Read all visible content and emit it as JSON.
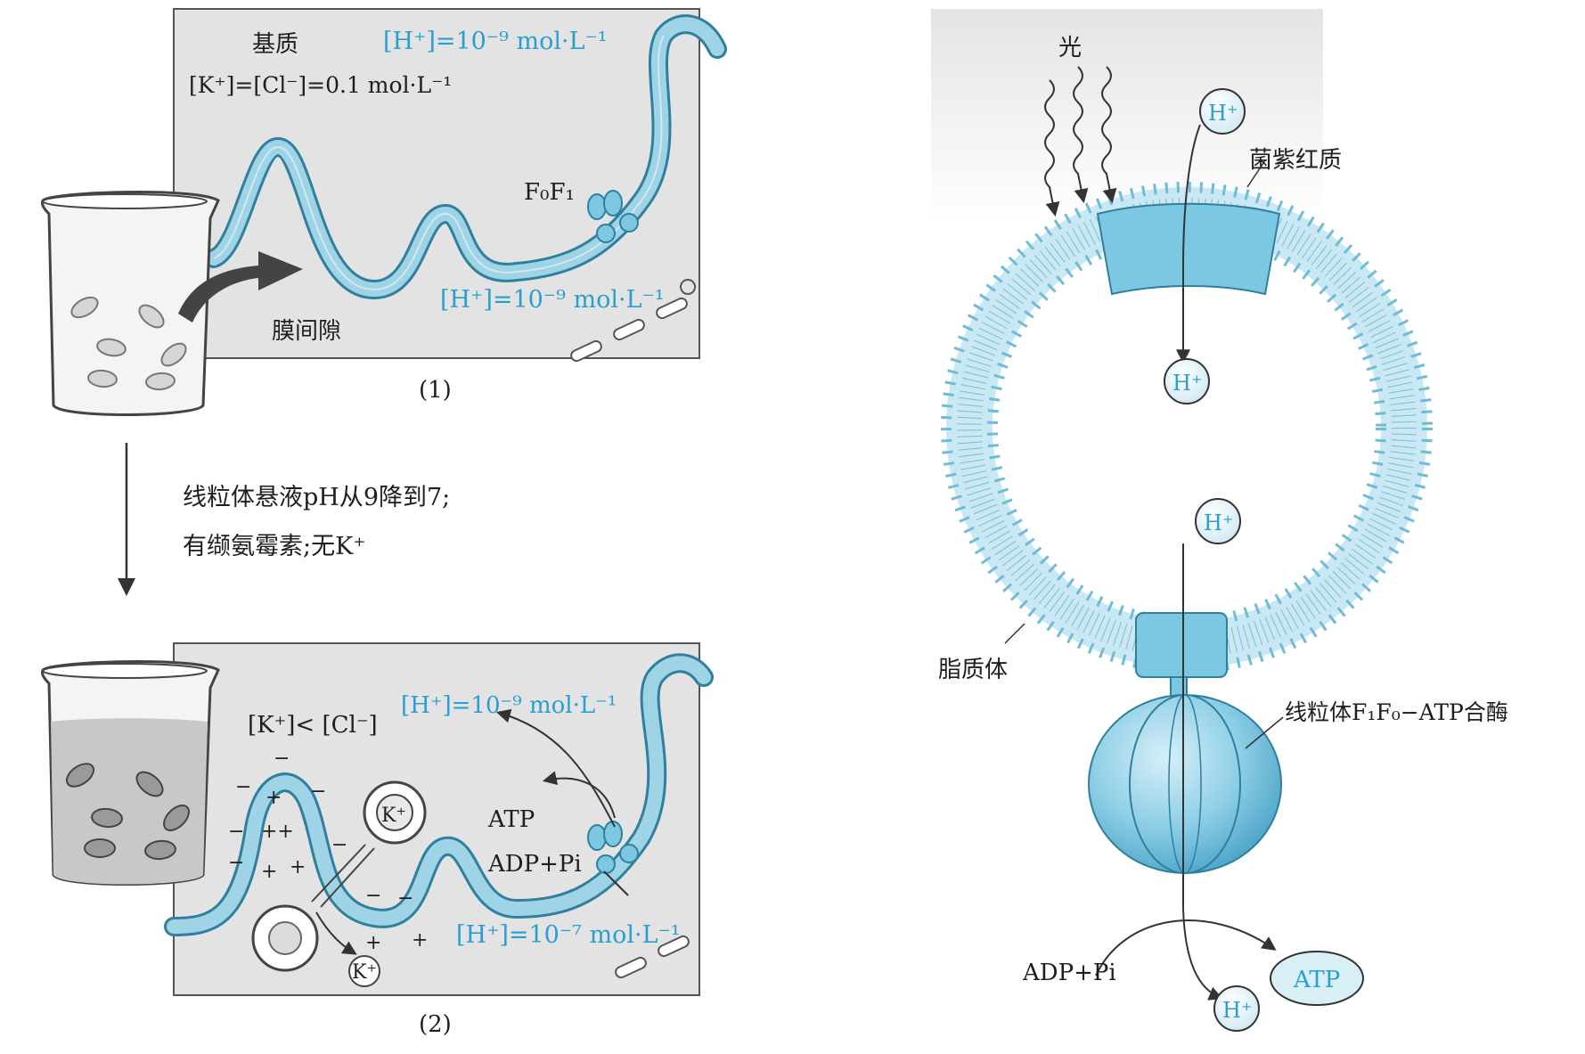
{
  "panel1": {
    "matrix_label": "基质",
    "ion_eq": "[K⁺]=[Cl⁻]=0.1 mol·L⁻¹",
    "h_conc_top": "[H⁺]=10⁻⁹ mol·L⁻¹",
    "h_conc_bottom": "[H⁺]=10⁻⁹ mol·L⁻¹",
    "atpase_label": "F₀F₁",
    "intermembrane_label": "膜间隙",
    "caption": "(1)"
  },
  "transition": {
    "line1": "线粒体悬液pH从9降到7;",
    "line2": "有缬氨霉素;无K⁺"
  },
  "panel2": {
    "ion_ineq": "[K⁺]< [Cl⁻]",
    "h_conc_top": "[H⁺]=10⁻⁹ mol·L⁻¹",
    "h_conc_bottom": "[H⁺]=10⁻⁷ mol·L⁻¹",
    "atp_label": "ATP",
    "adp_label": "ADP+Pi",
    "k_ion_inner": "K⁺",
    "k_ion_outer": "K⁺",
    "caption": "(2)"
  },
  "right": {
    "light_label": "光",
    "bacteriorhodopsin_label": "菌紫红质",
    "h_top": "H⁺",
    "h_inside": "H⁺",
    "h_lower": "H⁺",
    "h_bottom": "H⁺",
    "liposome_label": "脂质体",
    "synthase_label": "线粒体F₁F₀−ATP合酶",
    "adp_label": "ADP+Pi",
    "atp_label": "ATP"
  },
  "colors": {
    "membrane": "#9fd3e6",
    "membrane_edge": "#2f7f9e",
    "teal_text": "#2a9fcf",
    "panel_bg": "#e3e3e3",
    "protein": "#7cc8e2"
  }
}
